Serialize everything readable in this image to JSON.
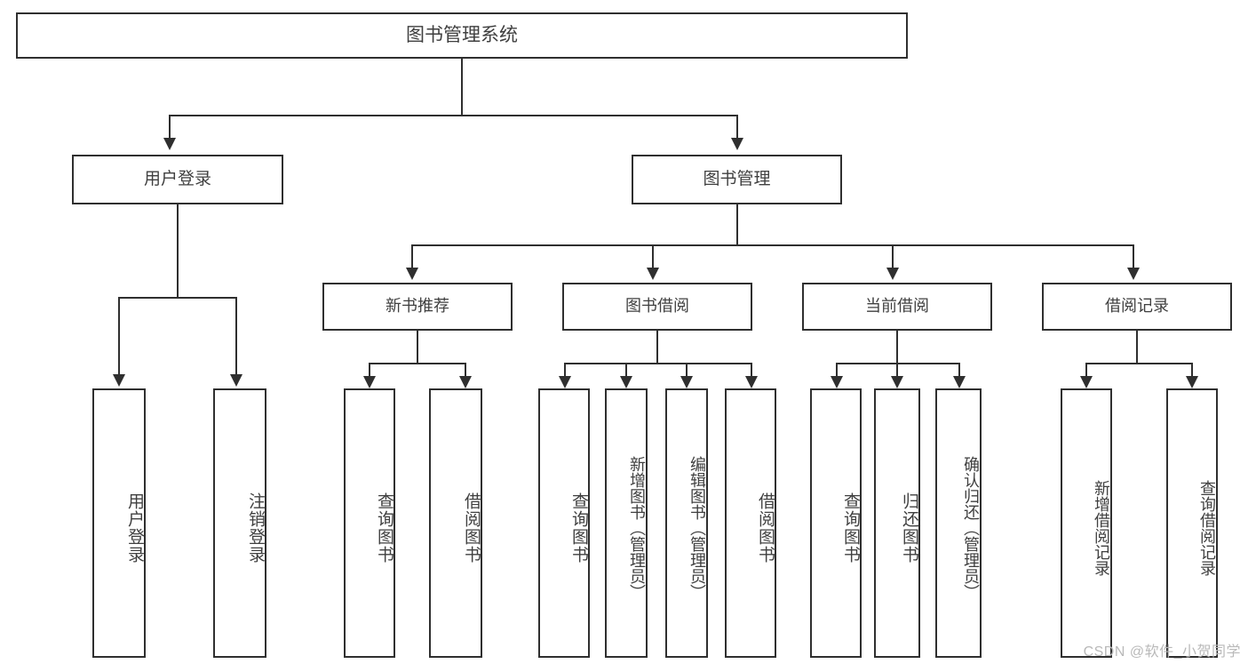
{
  "diagram": {
    "title": "图书管理系统",
    "type": "tree",
    "root": {
      "label": "图书管理系统"
    },
    "level1": [
      {
        "label": "用户登录"
      },
      {
        "label": "图书管理"
      }
    ],
    "level2": [
      {
        "label": "新书推荐"
      },
      {
        "label": "图书借阅"
      },
      {
        "label": "当前借阅"
      },
      {
        "label": "借阅记录"
      }
    ],
    "leaves": {
      "user_login": [
        {
          "label": "用户登录"
        },
        {
          "label": "注销登录"
        }
      ],
      "new_book": [
        {
          "label": "查询图书"
        },
        {
          "label": "借阅图书"
        }
      ],
      "book_borrow": [
        {
          "label": "查询图书"
        },
        {
          "label": "新增图书（管理员）"
        },
        {
          "label": "编辑图书（管理员）"
        },
        {
          "label": "借阅图书"
        }
      ],
      "current_borrow": [
        {
          "label": "查询图书"
        },
        {
          "label": "归还图书"
        },
        {
          "label": "确认归还（管理员）"
        }
      ],
      "borrow_record": [
        {
          "label": "新增借阅记录"
        },
        {
          "label": "查询借阅记录"
        }
      ]
    }
  },
  "watermark": {
    "text": "CSDN @软件_小贺同学"
  },
  "colors": {
    "border": "#2f2f2f",
    "text": "#3f3f3f",
    "background": "#ffffff",
    "watermark": "#b9b9b9"
  }
}
